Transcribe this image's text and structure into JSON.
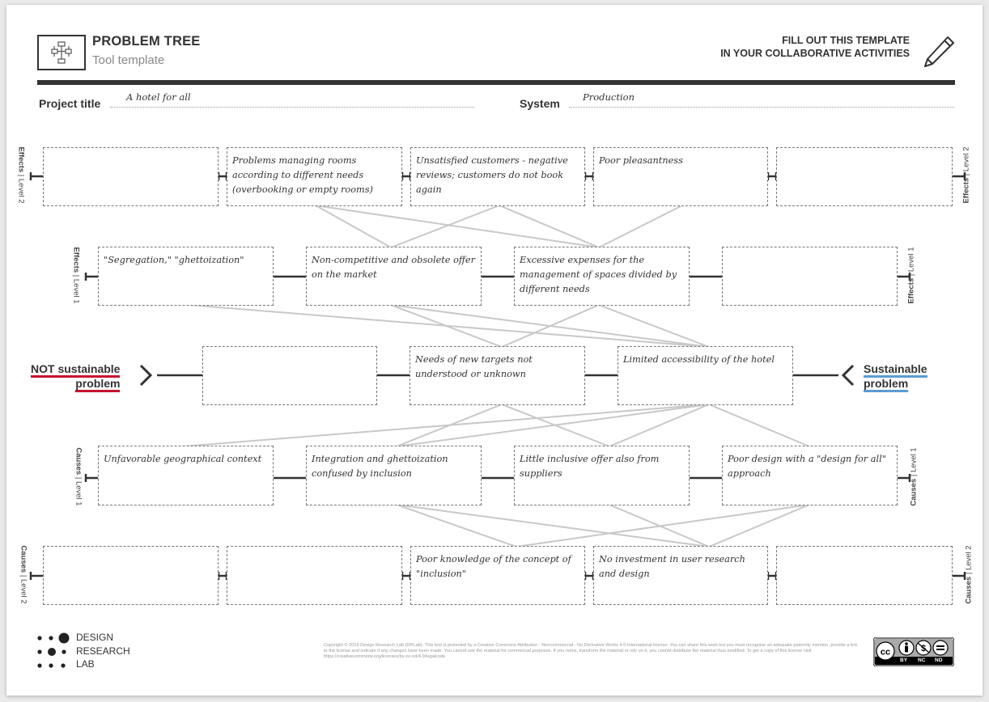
{
  "header": {
    "title": "PROBLEM TREE",
    "subtitle": "Tool template",
    "instruction_line1": "FILL OUT THIS TEMPLATE",
    "instruction_line2": "IN YOUR COLLABORATIVE ACTIVITIES",
    "logo_icon": "problem-tree-icon",
    "pencil_icon": "pencil-icon"
  },
  "fields": {
    "project_title_label": "Project title",
    "project_title_value": "A hotel for all",
    "system_label": "System",
    "system_value": "Production"
  },
  "side_labels": {
    "effects": "Effects",
    "causes": "Causes",
    "level1": "Level 1",
    "level2": "Level 2"
  },
  "center": {
    "not_sustainable_line1": "NOT sustainable",
    "not_sustainable_line2": "problem",
    "sustainable_line1": "Sustainable",
    "sustainable_line2": "problem"
  },
  "tree": {
    "effects_level2": [
      "",
      "Problems managing rooms according to different needs (overbooking or empty rooms)",
      "Unsatisfied customers - negative reviews; customers do not book again",
      "Poor pleasantness",
      ""
    ],
    "effects_level1": [
      "\"Segregation,\" \"ghettoization\"",
      "Non-competitive and obsolete offer on the market",
      "Excessive expenses for the management of spaces divided by different needs",
      ""
    ],
    "problems": [
      "",
      "Needs of new targets not understood or unknown",
      "Limited accessibility of the hotel"
    ],
    "causes_level1": [
      "Unfavorable geographical context",
      "Integration and ghettoization confused by inclusion",
      "Little inclusive offer also from suppliers",
      "Poor design with a \"design for all\" approach"
    ],
    "causes_level2": [
      "",
      "",
      "Poor knowledge of the concept of \"inclusion\"",
      "No investment in user research and design",
      ""
    ]
  },
  "footer": {
    "lab_line1": "DESIGN",
    "lab_line2": "RESEARCH",
    "lab_line3": "LAB",
    "copyright": "Copyright © 2019 Design Research Lab (DRLab). This tool is protected by a Creative Commons Attribution - Noncommercial - No Derivative Works 4.0 International license. You can share this work but you must recognize an adequate paternity mention, provide a link to the license and indicate if any changes have been made. You cannot use the material for commercial purposes. If you remix, transform the material or rely on it, you cannot distribute the material thus modified. To get a copy of this license visit https://creativecommons.org/licenses/by-nc-nd/4.0/legalcode",
    "cc_by": "BY",
    "cc_nc": "NC",
    "cc_nd": "ND"
  },
  "colors": {
    "not_sustainable_underline": "#c8102e",
    "sustainable_underline": "#5b9bd5",
    "connector_lines": "#c8c8c8",
    "header_bar": "#333333"
  }
}
